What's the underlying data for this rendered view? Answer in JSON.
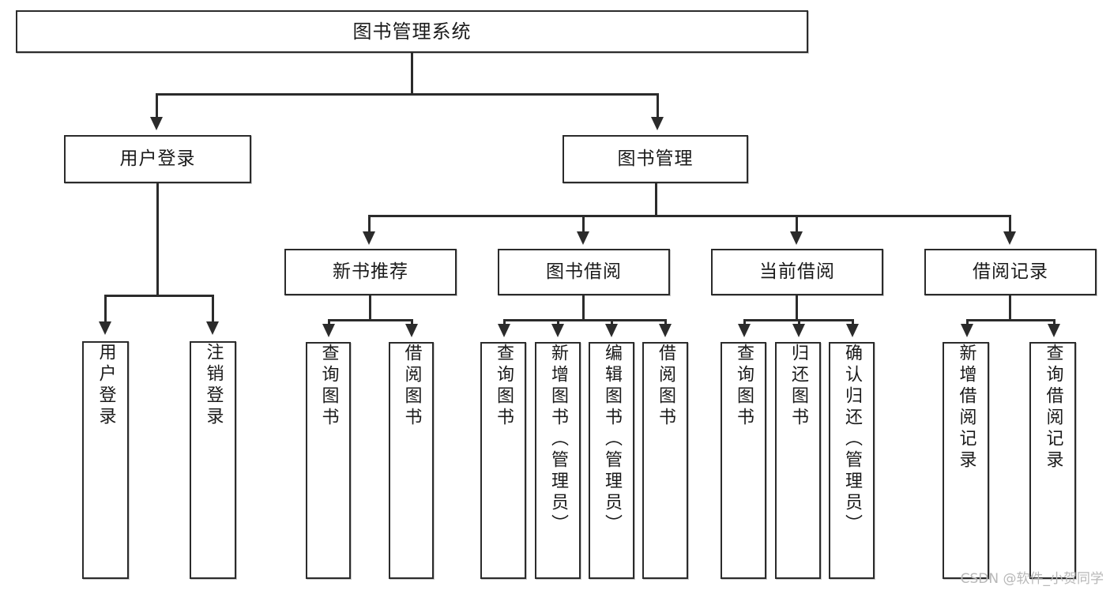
{
  "diagram": {
    "title": "图书管理系统",
    "watermark": "CSDN @软件_小贺同学",
    "root": {
      "label": "图书管理系统"
    },
    "level2": [
      {
        "id": "user-login",
        "label": "用户登录"
      },
      {
        "id": "book-management",
        "label": "图书管理"
      }
    ],
    "level3": [
      {
        "id": "new-book-recommend",
        "label": "新书推荐"
      },
      {
        "id": "book-borrow",
        "label": "图书借阅"
      },
      {
        "id": "current-borrow",
        "label": "当前借阅"
      },
      {
        "id": "borrow-record",
        "label": "借阅记录"
      }
    ],
    "leaves": {
      "user_login": [
        {
          "id": "leaf-user-login",
          "label": "用户登录"
        },
        {
          "id": "leaf-logout-login",
          "label": "注销登录"
        }
      ],
      "new_book_recommend": [
        {
          "id": "leaf-query-book-1",
          "label": "查询图书"
        },
        {
          "id": "leaf-borrow-book-1",
          "label": "借阅图书"
        }
      ],
      "book_borrow": [
        {
          "id": "leaf-query-book-2",
          "label": "查询图书"
        },
        {
          "id": "leaf-add-book",
          "label": "新增图书（管理员）"
        },
        {
          "id": "leaf-edit-book",
          "label": "编辑图书（管理员）"
        },
        {
          "id": "leaf-borrow-book-2",
          "label": "借阅图书"
        }
      ],
      "current_borrow": [
        {
          "id": "leaf-query-book-3",
          "label": "查询图书"
        },
        {
          "id": "leaf-return-book",
          "label": "归还图书"
        },
        {
          "id": "leaf-confirm-return",
          "label": "确认归还（管理员）"
        }
      ],
      "borrow_record": [
        {
          "id": "leaf-add-borrow-record",
          "label": "新增借阅记录"
        },
        {
          "id": "leaf-query-borrow-record",
          "label": "查询借阅记录"
        }
      ]
    },
    "colors": {
      "stroke": "#2b2b2b",
      "fill": "#ffffff",
      "text": "#1a1a1a",
      "watermark": "#b8b8b8"
    }
  }
}
